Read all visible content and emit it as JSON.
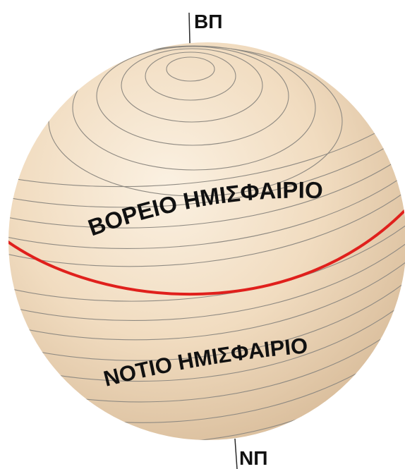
{
  "north_pole_label": "ΒΠ",
  "south_pole_label": "ΝΠ",
  "northern_hemisphere_label": "ΒΟΡΕΙΟ ΗΜΙΣΦΑΙΡΙΟ",
  "southern_hemisphere_label": "ΝΟΤΙΟ ΗΜΙΣΦΑΙΡΙΟ",
  "colors": {
    "sphere_light": "#fbf1e2",
    "sphere_mid": "#f1dcc0",
    "sphere_dark": "#d9bd9b",
    "latitude_lines": "#8f8a82",
    "equator": "#e0201c",
    "text": "#111111"
  }
}
